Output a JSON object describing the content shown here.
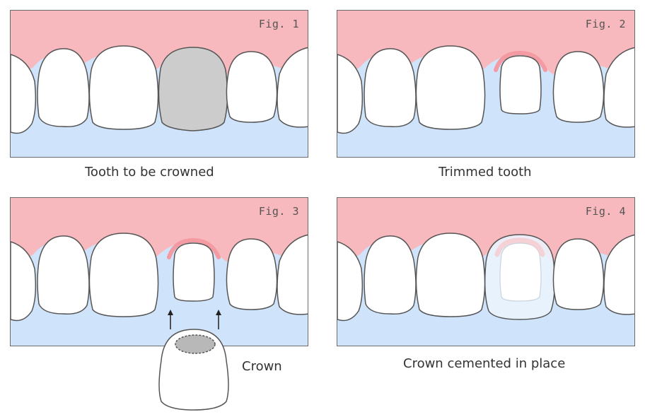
{
  "figures": [
    {
      "label": "Fig. 1",
      "caption": "Tooth to be crowned"
    },
    {
      "label": "Fig. 2",
      "caption": "Trimmed tooth"
    },
    {
      "label": "Fig. 3",
      "caption": "Crown"
    },
    {
      "label": "Fig. 4",
      "caption": "Crown cemented in place"
    }
  ],
  "colors": {
    "gum": "#f7b9bd",
    "gum_highlight": "#f49aa2",
    "bone": "#cfe3fa",
    "tooth": "#ffffff",
    "tooth_outline": "#555555",
    "diseased_tooth": "#cccccc",
    "crown_cavity": "#b8b8b8"
  }
}
